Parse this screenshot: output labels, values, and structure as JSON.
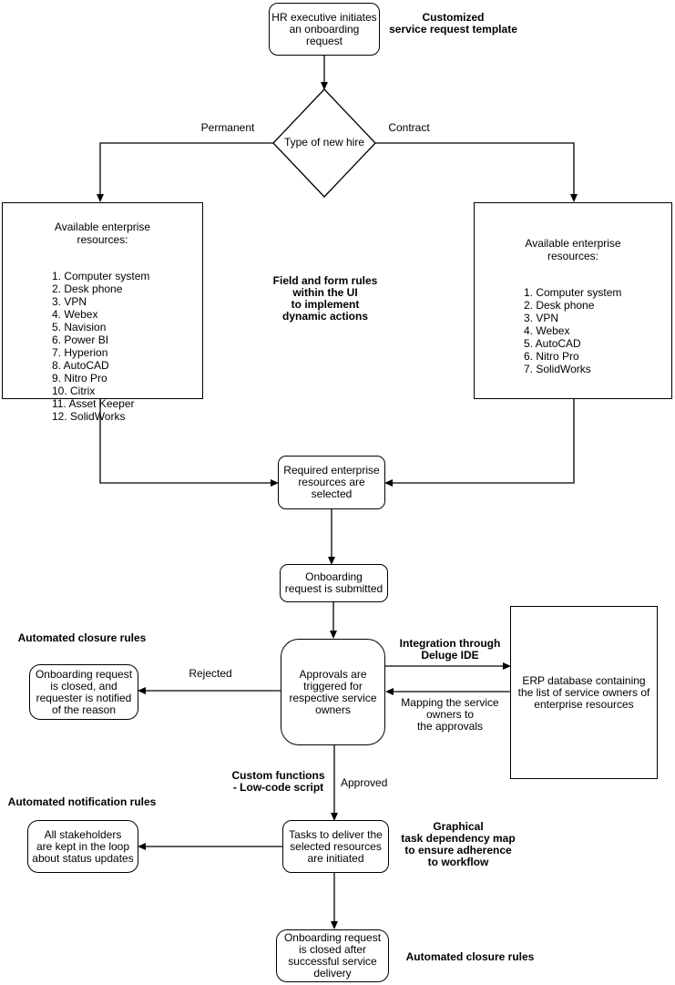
{
  "colors": {
    "stroke": "#000000",
    "fill": "#ffffff",
    "text": "#000000"
  },
  "nodes": {
    "start": "HR executive initiates\nan onboarding\nrequest",
    "decision": "Type of new hire",
    "permanent_resources": {
      "title": "Available enterprise\nresources:",
      "items": [
        "1. Computer system",
        "2. Desk phone",
        "3. VPN",
        "4. Webex",
        "5. Navision",
        "6. Power BI",
        "7. Hyperion",
        "8. AutoCAD",
        "9. Nitro Pro",
        "10. Citrix",
        "11. Asset Keeper",
        "12. SolidWorks"
      ]
    },
    "contract_resources": {
      "title": "Available enterprise\nresources:",
      "items": [
        "1. Computer system",
        "2. Desk phone",
        "3. VPN",
        "4. Webex",
        "5. AutoCAD",
        "6. Nitro Pro",
        "7. SolidWorks"
      ]
    },
    "required_selected": "Required enterprise\nresources are\nselected",
    "request_submitted": "Onboarding\nrequest is submitted",
    "approvals": "Approvals are\ntriggered for\nrespective service\nowners",
    "closed_rejected": "Onboarding request\nis closed, and\nrequester is notified\nof the reason",
    "erp_database": "ERP database containing\nthe list of service owners of\nenterprise resources",
    "tasks_initiated": "Tasks to deliver the\nselected resources\nare initiated",
    "stakeholders_loop": "All stakeholders\nare kept in the loop\nabout status updates",
    "closed_success": "Onboarding request\nis closed after\nsuccessful service\ndelivery"
  },
  "edge_labels": {
    "permanent": "Permanent",
    "contract": "Contract",
    "rejected": "Rejected",
    "approved": "Approved",
    "integration": "Integration through\nDeluge IDE",
    "mapping": "Mapping the service\nowners to\nthe approvals"
  },
  "annotations": {
    "customized_template": "Customized\nservice request template",
    "field_form_rules": "Field and form rules\nwithin the UI\nto implement\ndynamic actions",
    "automated_closure_top": "Automated closure rules",
    "custom_functions": "Custom functions\n- Low-code script",
    "automated_notification": "Automated notification rules",
    "task_dependency_map": "Graphical\ntask dependency map\nto ensure adherence\nto workflow",
    "automated_closure_bottom": "Automated closure rules"
  }
}
